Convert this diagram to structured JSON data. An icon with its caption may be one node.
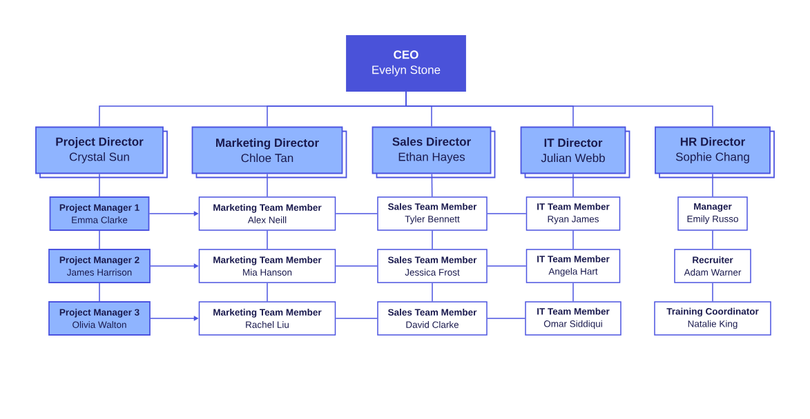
{
  "diagram": {
    "nodes": [
      {
        "text": [
          "CEO",
          "Evelyn Stone"
        ]
      },
      {
        "text": [
          "Project Director",
          "Crystal Sun"
        ]
      },
      {
        "text": [
          "Marketing Director",
          "Chloe Tan"
        ]
      },
      {
        "text": [
          "Sales Director",
          "Ethan Hayes"
        ]
      },
      {
        "text": [
          "IT Director",
          "Julian Webb"
        ]
      },
      {
        "text": [
          "HR Director",
          "Sophie Chang"
        ]
      },
      {
        "text": [
          "Project Manager 1",
          "Emma Clarke"
        ]
      },
      {
        "text": [
          "Marketing Team Member",
          "Alex Neill"
        ]
      },
      {
        "text": [
          "Sales Team Member",
          "Tyler Bennett"
        ]
      },
      {
        "text": [
          "IT Team Member",
          "Ryan James"
        ]
      },
      {
        "text": [
          "Manager",
          "Emily Russo"
        ]
      },
      {
        "text": [
          "Project Manager 2",
          "James Harrison"
        ]
      },
      {
        "text": [
          "Marketing Team Member",
          "Mia Hanson"
        ]
      },
      {
        "text": [
          "Sales Team Member",
          "Jessica Frost"
        ]
      },
      {
        "text": [
          "IT Team Member",
          "Angela Hart"
        ]
      },
      {
        "text": [
          "Recruiter",
          "Adam Warner"
        ]
      },
      {
        "text": [
          "Project Manager 3",
          "Olivia Walton"
        ]
      },
      {
        "text": [
          "Marketing Team Member",
          "Rachel Liu"
        ]
      },
      {
        "text": [
          "Sales Team Member",
          "David Clarke"
        ]
      },
      {
        "text": [
          "IT Team Member",
          "Omar Siddiqui"
        ]
      },
      {
        "text": [
          "Training Coordinator",
          "Natalie King"
        ]
      }
    ],
    "edges": [
      {
        "from": 0,
        "to": 1,
        "arrow": "none"
      },
      {
        "from": 0,
        "to": 2,
        "arrow": "none"
      },
      {
        "from": 0,
        "to": 3,
        "arrow": "none"
      },
      {
        "from": 0,
        "to": 4,
        "arrow": "none"
      },
      {
        "from": 0,
        "to": 5,
        "arrow": "none"
      },
      {
        "from": 1,
        "to": 6,
        "arrow": "none"
      },
      {
        "from": 2,
        "to": 7,
        "arrow": "none"
      },
      {
        "from": 3,
        "to": 8,
        "arrow": "none"
      },
      {
        "from": 4,
        "to": 9,
        "arrow": "none"
      },
      {
        "from": 5,
        "to": 10,
        "arrow": "none"
      },
      {
        "from": 6,
        "to": 11,
        "arrow": "none"
      },
      {
        "from": 11,
        "to": 16,
        "arrow": "none"
      },
      {
        "from": 7,
        "to": 12,
        "arrow": "none"
      },
      {
        "from": 12,
        "to": 17,
        "arrow": "none"
      },
      {
        "from": 8,
        "to": 13,
        "arrow": "none"
      },
      {
        "from": 13,
        "to": 18,
        "arrow": "none"
      },
      {
        "from": 9,
        "to": 14,
        "arrow": "none"
      },
      {
        "from": 14,
        "to": 19,
        "arrow": "none"
      },
      {
        "from": 10,
        "to": 15,
        "arrow": "none"
      },
      {
        "from": 15,
        "to": 20,
        "arrow": "none"
      },
      {
        "from": 6,
        "to": 7,
        "arrow": "to"
      },
      {
        "from": 11,
        "to": 12,
        "arrow": "to"
      },
      {
        "from": 16,
        "to": 17,
        "arrow": "to"
      },
      {
        "from": 7,
        "to": 8,
        "arrow": "none"
      },
      {
        "from": 12,
        "to": 13,
        "arrow": "none"
      },
      {
        "from": 17,
        "to": 18,
        "arrow": "none"
      },
      {
        "from": 8,
        "to": 9,
        "arrow": "none"
      },
      {
        "from": 13,
        "to": 14,
        "arrow": "none"
      },
      {
        "from": 18,
        "to": 19,
        "arrow": "none"
      }
    ]
  }
}
